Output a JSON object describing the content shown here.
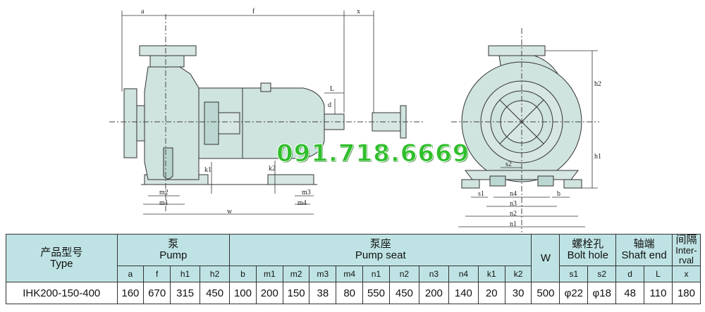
{
  "watermark": "091.718.6669",
  "dimension_labels": {
    "a": "a",
    "f": "f",
    "x": "x",
    "L": "L",
    "d": "d",
    "k1": "k1",
    "k2": "k2",
    "m1": "m1",
    "m2": "m2",
    "m3": "m3",
    "m4": "m4",
    "w": "w",
    "h1": "h1",
    "h2": "h2",
    "s1": "s1",
    "s2": "s2",
    "b": "b",
    "n1": "n1",
    "n2": "n2",
    "n3": "n3",
    "n4": "n4"
  },
  "table": {
    "model_cn": "产品型号",
    "model_en": "Type",
    "pump_cn": "泵",
    "pump_en": "Pump",
    "seat_cn": "泵座",
    "seat_en": "Pump seat",
    "w": "W",
    "bolt_cn": "螺栓孔",
    "bolt_en": "Bolt hole",
    "shaft_cn": "轴端",
    "shaft_en": "Shaft end",
    "interval_cn": "间隔",
    "interval_en": "Inter-\nrval",
    "sub_headers": [
      "a",
      "f",
      "h1",
      "h2",
      "b",
      "m1",
      "m2",
      "m3",
      "m4",
      "n1",
      "n2",
      "n3",
      "n4",
      "k1",
      "k2",
      "s1",
      "s2",
      "d",
      "L",
      "x"
    ],
    "row": {
      "type": "IHK200-150-400",
      "values": [
        "160",
        "670",
        "315",
        "450",
        "100",
        "200",
        "150",
        "38",
        "80",
        "550",
        "450",
        "200",
        "140",
        "20",
        "30",
        "500",
        "φ22",
        "φ18",
        "48",
        "110",
        "180"
      ]
    }
  }
}
